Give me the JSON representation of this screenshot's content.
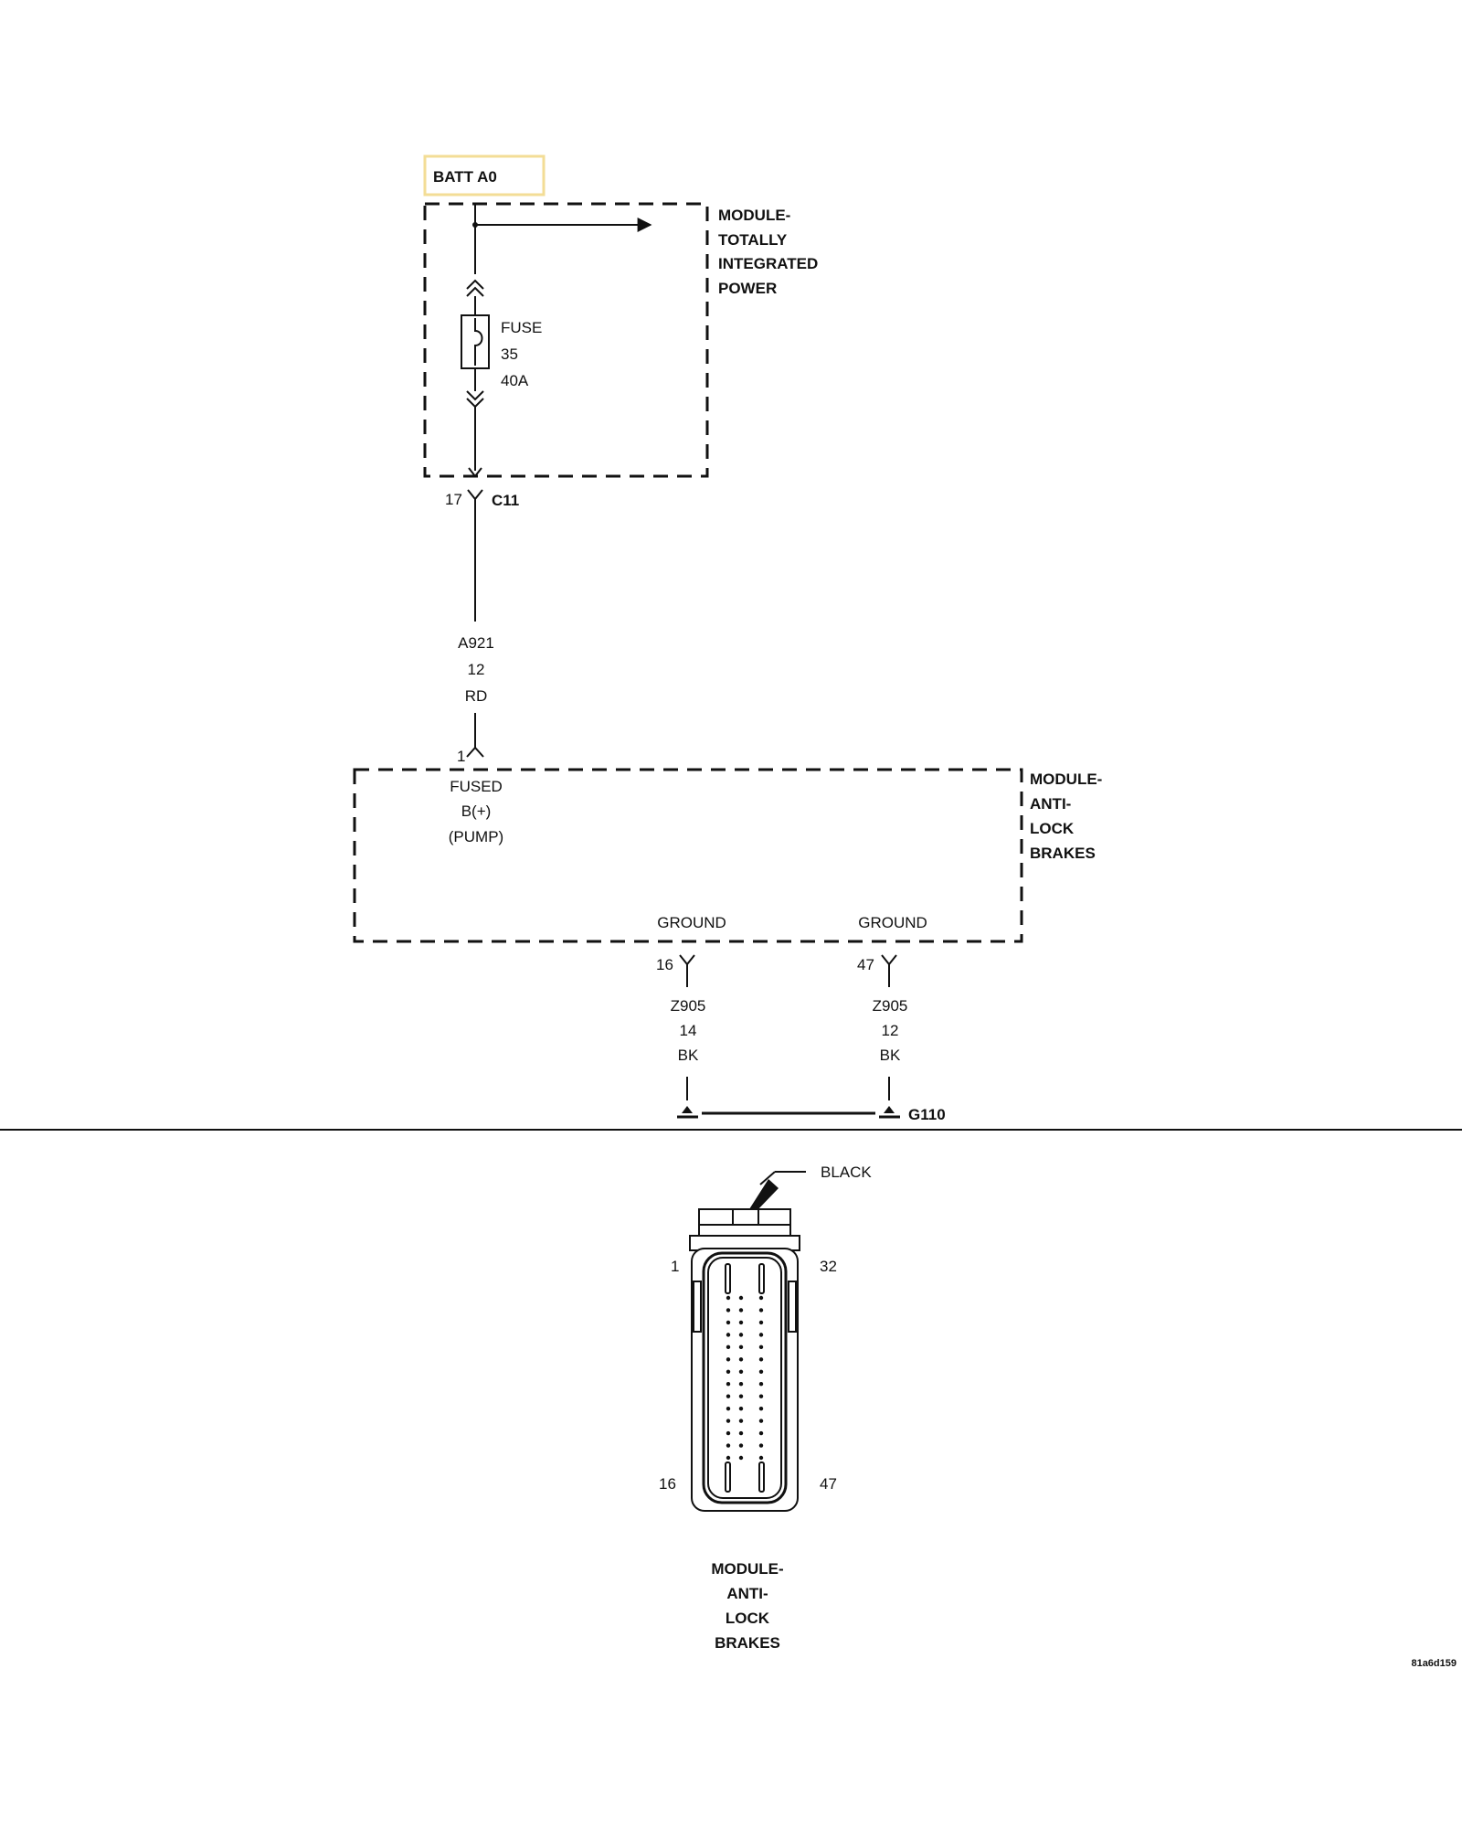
{
  "batt_label": "BATT A0",
  "colors": {
    "batt_box_border": "#f3dd96",
    "ink": "#111111"
  },
  "tipm": {
    "title_lines": [
      "MODULE-",
      "TOTALLY",
      "INTEGRATED",
      "POWER"
    ]
  },
  "fuse": {
    "lines": [
      "FUSE",
      "35",
      "40A"
    ]
  },
  "c11": {
    "pin": "17",
    "name": "C11"
  },
  "wire_a921": {
    "lines": [
      "A921",
      "12",
      "RD"
    ]
  },
  "abs_pin1": "1",
  "abs_pin1_function": [
    "FUSED",
    "B(+)",
    "(PUMP)"
  ],
  "abs": {
    "title_lines": [
      "MODULE-",
      "ANTI-",
      "LOCK",
      "BRAKES"
    ]
  },
  "ground_16": {
    "label": "GROUND",
    "pin": "16",
    "wire": [
      "Z905",
      "14",
      "BK"
    ]
  },
  "ground_47": {
    "label": "GROUND",
    "pin": "47",
    "wire": [
      "Z905",
      "12",
      "BK"
    ]
  },
  "ground_point": "G110",
  "connector": {
    "color_label": "BLACK",
    "pin_labels": {
      "top_left": "1",
      "top_right": "32",
      "bottom_left": "16",
      "bottom_right": "47"
    },
    "title_lines": [
      "MODULE-",
      "ANTI-",
      "LOCK",
      "BRAKES"
    ]
  },
  "diagram_id": "81a6d159"
}
